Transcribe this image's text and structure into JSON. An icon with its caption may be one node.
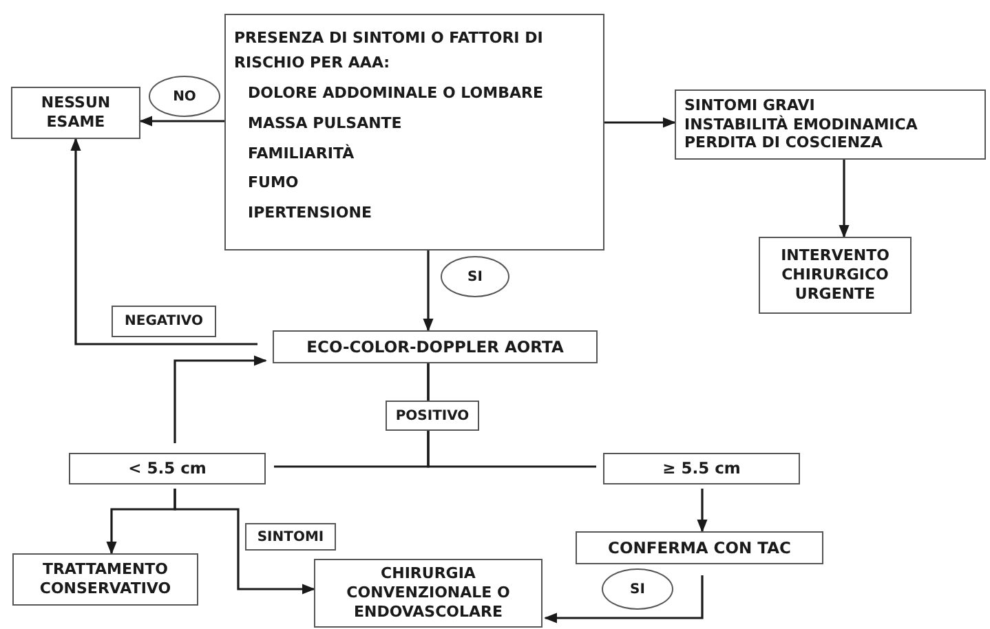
{
  "diagram": {
    "nodes": [
      {
        "text": [
          "PRESENZA DI SINTOMI O FATTORI DI RISCHIO PER AAA:",
          "DOLORE ADDOMINALE O LOMBARE",
          "MASSA PULSANTE",
          "FAMILIARITÀ",
          "FUMO",
          "IPERTENSIONE"
        ]
      },
      {
        "text": [
          "NESSUN ESAME"
        ]
      },
      {
        "text": [
          "SINTOMI GRAVI",
          "INSTABILITÀ EMODINAMICA",
          "PERDITA DI COSCIENZA"
        ]
      },
      {
        "text": [
          "INTERVENTO CHIRURGICO URGENTE"
        ]
      },
      {
        "text": [
          "ECO-COLOR-DOPPLER AORTA"
        ]
      },
      {
        "text": [
          "< 5.5 cm"
        ]
      },
      {
        "text": [
          "≥ 5.5 cm"
        ]
      },
      {
        "text": [
          "TRATTAMENTO CONSERVATIVO"
        ]
      },
      {
        "text": [
          "CHIRURGIA CONVENZIONALE O ENDOVASCOLARE"
        ]
      },
      {
        "text": [
          "CONFERMA CON TAC"
        ]
      }
    ],
    "edges": [
      {
        "from": 0,
        "to": 1,
        "arrow": "to",
        "label": "NO"
      },
      {
        "from": 0,
        "to": 2,
        "arrow": "to"
      },
      {
        "from": 2,
        "to": 3,
        "arrow": "to"
      },
      {
        "from": 0,
        "to": 4,
        "arrow": "to",
        "label": "SI"
      },
      {
        "from": 4,
        "to": 1,
        "arrow": "to",
        "label": "NEGATIVO"
      },
      {
        "from": 4,
        "to": 5,
        "arrow": "none",
        "label": "POSITIVO"
      },
      {
        "from": 4,
        "to": 6,
        "arrow": "none"
      },
      {
        "from": 5,
        "to": 4,
        "arrow": "to"
      },
      {
        "from": 5,
        "to": 7,
        "arrow": "to"
      },
      {
        "from": 5,
        "to": 8,
        "arrow": "to",
        "label": "SINTOMI"
      },
      {
        "from": 6,
        "to": 9,
        "arrow": "to"
      },
      {
        "from": 9,
        "to": 8,
        "arrow": "to",
        "label": "SI"
      }
    ]
  }
}
